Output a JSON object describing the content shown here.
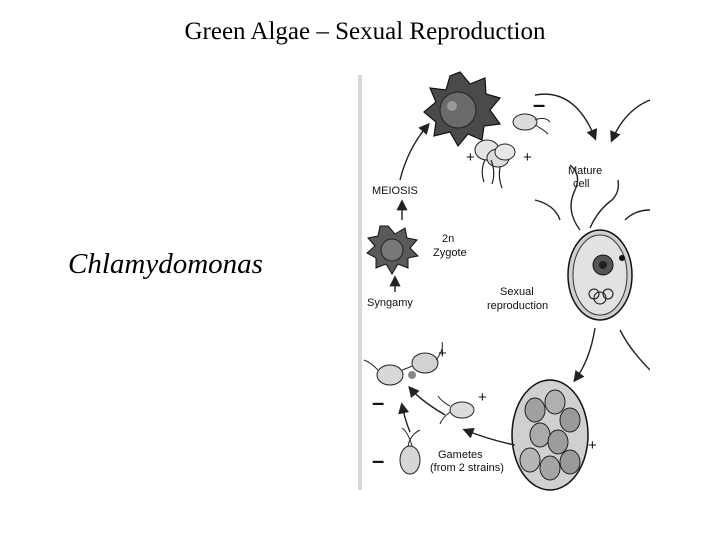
{
  "title": "Green Algae – Sexual Reproduction",
  "organism": "Chlamydomonas",
  "diagram": {
    "labels": {
      "meiosis": "MEIOSIS",
      "zygote_2n": "2n",
      "zygote": "Zygote",
      "syngamy": "Syngamy",
      "mature_1": "Mature",
      "mature_2": "cell",
      "sexual_1": "Sexual",
      "sexual_2": "reproduction",
      "gametes_1": "Gametes",
      "gametes_2": "(from 2 strains)"
    },
    "signs": {
      "minus": "–",
      "plus": "+"
    }
  }
}
